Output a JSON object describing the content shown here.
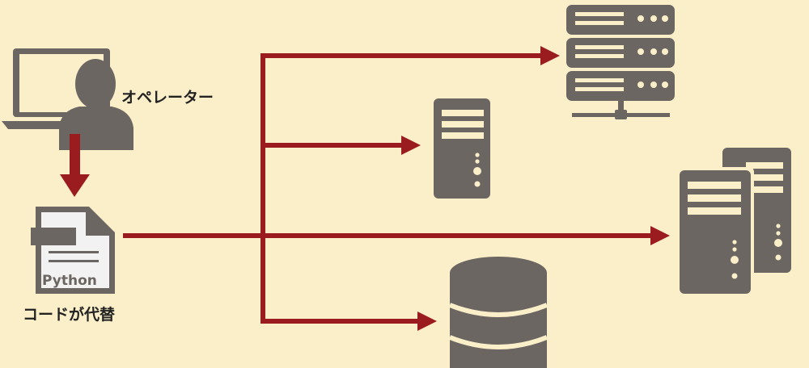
{
  "colors": {
    "background": "#fbefc9",
    "icon_gray": "#6b6661",
    "arrow_red": "#9b1c1f",
    "file_paper": "#f2f2f2"
  },
  "labels": {
    "operator": "オペレーター",
    "python": "Python",
    "code_replaces": "コードが代替"
  },
  "icons": {
    "laptop": "laptop-icon",
    "operator": "person-icon",
    "script_file": "document-icon",
    "rack_server": "rack-server-icon",
    "tower_server": "tower-server-icon",
    "server_pair": "tower-servers-icon",
    "database": "database-icon"
  }
}
